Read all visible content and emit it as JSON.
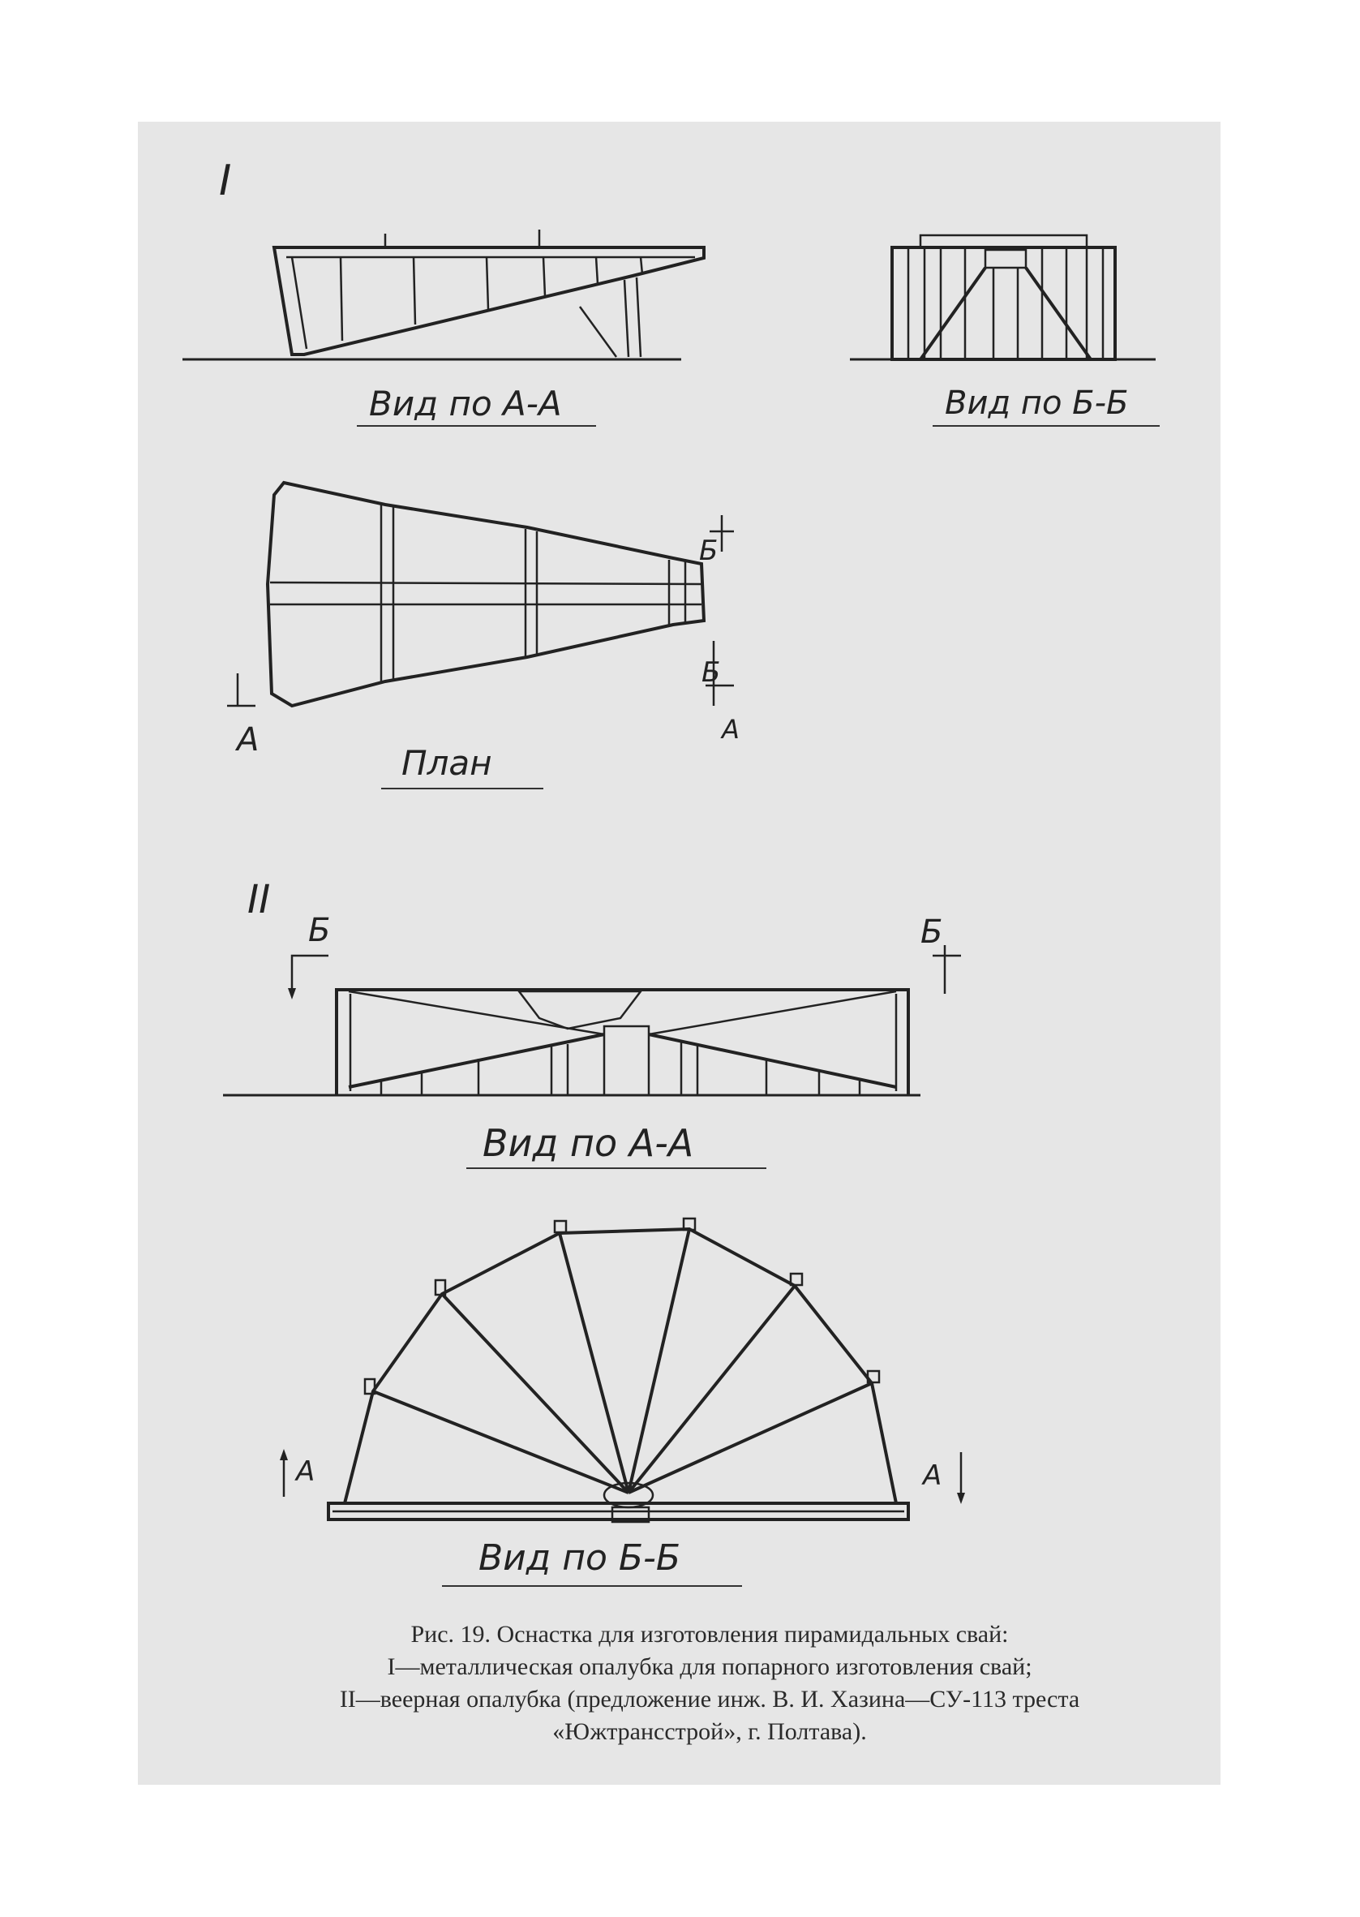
{
  "figure_I": {
    "roman": "I",
    "side_view_label": "Вид по А-А",
    "end_view_label": "Вид по Б-Б",
    "plan_label": "План",
    "marker_A": "А",
    "marker_B": "Б"
  },
  "figure_II": {
    "roman": "II",
    "side_view_label": "Вид по А-А",
    "fan_view_label": "Вид по Б-Б",
    "marker_A": "А",
    "marker_B": "Б"
  },
  "caption": {
    "line1": "Рис. 19. Оснастка для изготовления пирамидальных свай:",
    "line2": "I—металлическая опалубка для попарного изготовления свай;",
    "line3": "II—веерная опалубка (предложение инж. В. И. Хазина—СУ-113 треста",
    "line4": "«Южтрансстрой», г. Полтава)."
  },
  "colors": {
    "paper": "#e6e6e6",
    "ink": "#222222"
  }
}
